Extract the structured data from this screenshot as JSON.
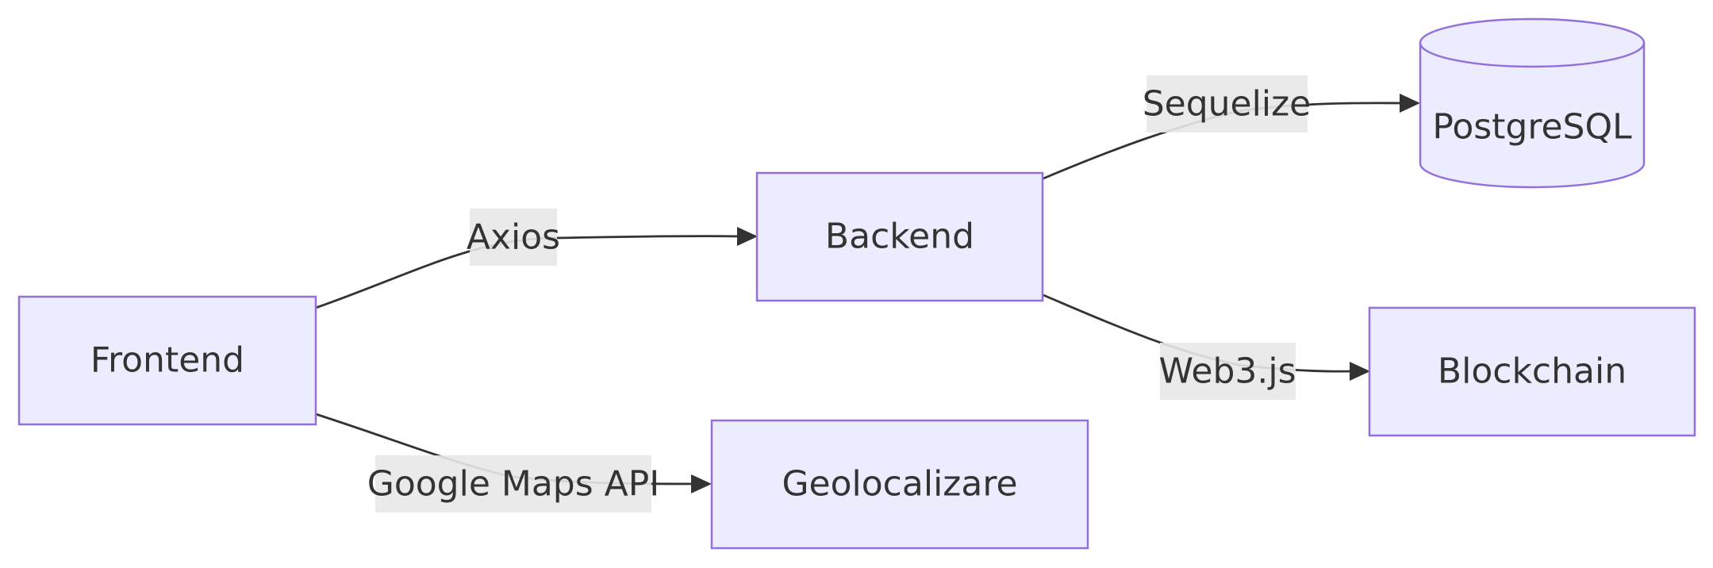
{
  "nodes": {
    "frontend": "Frontend",
    "backend": "Backend",
    "geolocalizare": "Geolocalizare",
    "postgresql": "PostgreSQL",
    "blockchain": "Blockchain"
  },
  "edges": {
    "axios": "Axios",
    "google_maps_api": "Google Maps API",
    "sequelize": "Sequelize",
    "web3": "Web3.js"
  },
  "colors": {
    "node_fill": "#ECECFF",
    "node_stroke": "#9370DB",
    "edge": "#333333",
    "label_bg": "#e8e8e8",
    "text": "#333333"
  }
}
